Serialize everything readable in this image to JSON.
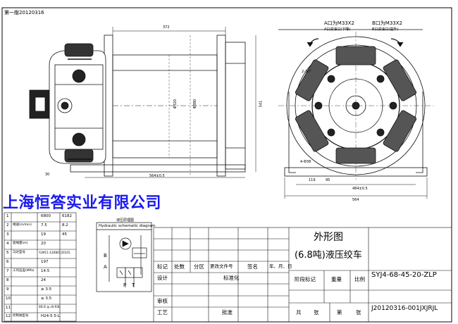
{
  "edition_label": "第一版20120316",
  "company_name": "上海恒答实业有限公司",
  "port_note": {
    "a_size": "A口为M33X2",
    "a_use": "A口进油口(下降)",
    "b_size": "B口为M33X2",
    "b_use": "B口进油口(提升)"
  },
  "dimensions": {
    "top_width": "372",
    "drum_diameter": "Φ320",
    "flange_diameter": "Φ380",
    "bottom_span": "564±0.5",
    "height_right": "541",
    "d_30": "30",
    "d_119": "119",
    "d_95": "95",
    "angle": "2-30°",
    "side_holes": "4-Φ38",
    "side_span": "484±0.5",
    "side_total": "564"
  },
  "spec_table": {
    "rows": [
      {
        "no": "1",
        "v1": "6800",
        "v2": "6182"
      },
      {
        "no": "2",
        "v1": "7.5",
        "v2": "8.2"
      },
      {
        "no": "3",
        "v1": "19",
        "v2": "45"
      },
      {
        "no": "4",
        "v1": "20",
        "v2": ""
      },
      {
        "no": "5",
        "v1": "YLM11-12080120101",
        "v2": ""
      },
      {
        "no": "6",
        "v1": "197",
        "v2": ""
      },
      {
        "no": "7",
        "v1": "14.5",
        "v2": ""
      },
      {
        "no": "8",
        "v1": "24",
        "v2": ""
      },
      {
        "no": "9",
        "v1": "≥ 3.5",
        "v2": ""
      },
      {
        "no": "10",
        "v1": "≥ 3.5",
        "v2": ""
      },
      {
        "no": "11",
        "v1": "46.6 q=8.93L",
        "v2": ""
      },
      {
        "no": "12",
        "v1": "H24-5.5-L",
        "v2": ""
      }
    ],
    "r2_label": "绳速(m/min)",
    "r4_label": "容绳量(m)",
    "r5_label": "马达型号",
    "r7_label": "工作压差(MPa)",
    "r12_label": "控制阀型号"
  },
  "hydraulic": {
    "title_cn": "液压原理图",
    "title_en": "Hydraulic schematic diagram",
    "port_a": "A",
    "port_b": "B",
    "port_p": "P",
    "port_t": "T"
  },
  "title_block": {
    "view_name": "外形图",
    "product_name": "(6.8吨)液压绞车",
    "drawing_no": "SYJ4-68-45-20-ZLP",
    "doc_no": "J20120316-001JXJRJL",
    "mark": "标记",
    "count": "处数",
    "zone": "分区",
    "change_no": "更改文件号",
    "sign": "签名",
    "date": "年、月、日",
    "design": "设计",
    "standardize": "标准化",
    "review": "审核",
    "process": "工艺",
    "approve": "批准",
    "stage_mark": "阶段标记",
    "weight": "重量",
    "scale": "比例",
    "total": "共",
    "sheets": "张",
    "sheet_no": "第",
    "sheet_unit": "张"
  }
}
